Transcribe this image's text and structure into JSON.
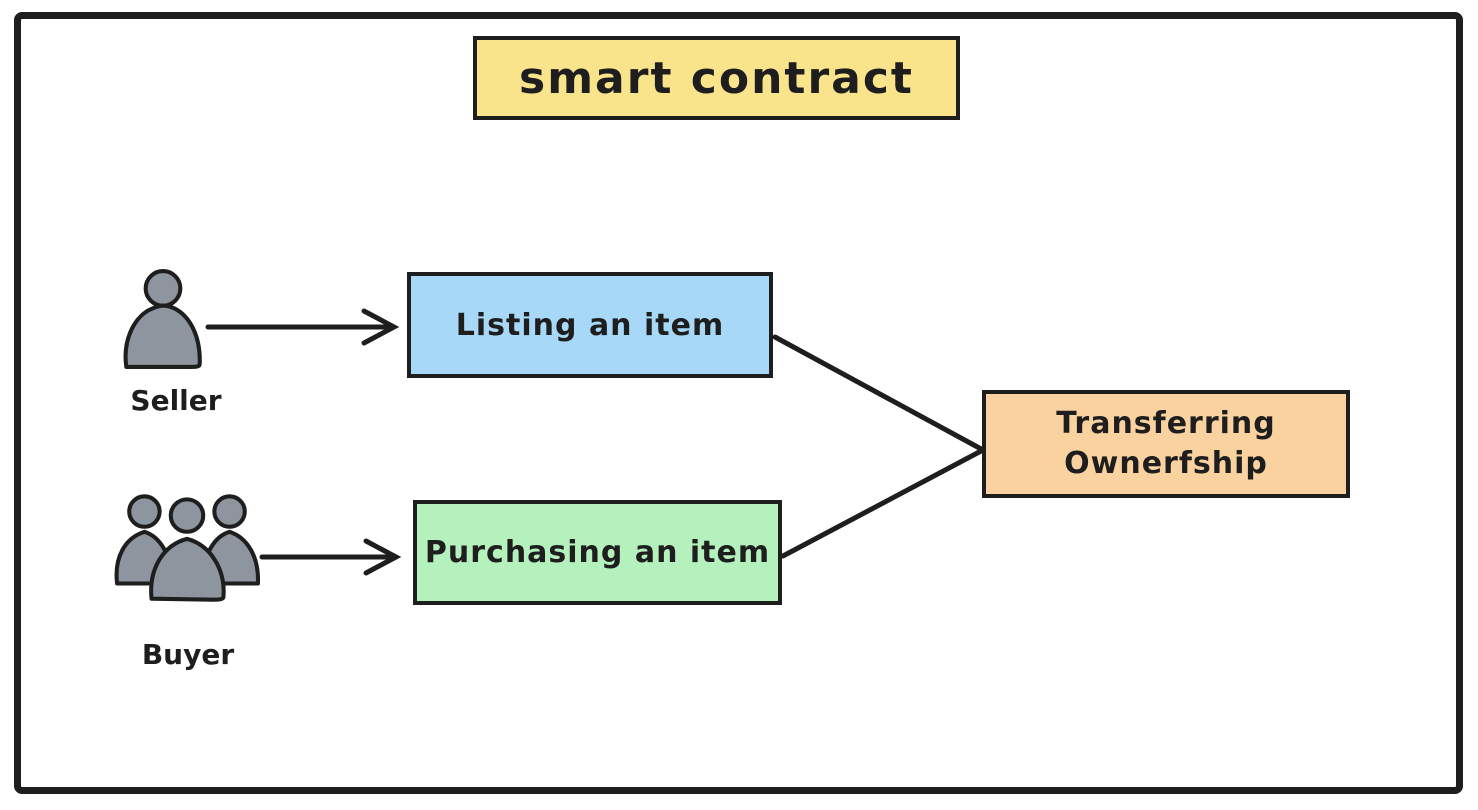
{
  "diagram": {
    "title": "smart contract",
    "actors": {
      "seller": {
        "label": "Seller",
        "icon": "person-icon"
      },
      "buyer": {
        "label": "Buyer",
        "icon": "people-group-icon"
      }
    },
    "nodes": {
      "listing": {
        "label": "Listing an item"
      },
      "purchasing": {
        "label": "Purchasing an item"
      },
      "transfer": {
        "line1": "Transferring",
        "line2": "Ownerfship"
      }
    }
  },
  "colors": {
    "ink": "#1e1e1e",
    "canvas_bg": "#ffffff",
    "title_bg": "#f9e48b",
    "listing_bg": "#a8d8f8",
    "purchasing_bg": "#b4f1bc",
    "transfer_bg": "#f9d2a0",
    "person_fill": "#8d959e"
  }
}
